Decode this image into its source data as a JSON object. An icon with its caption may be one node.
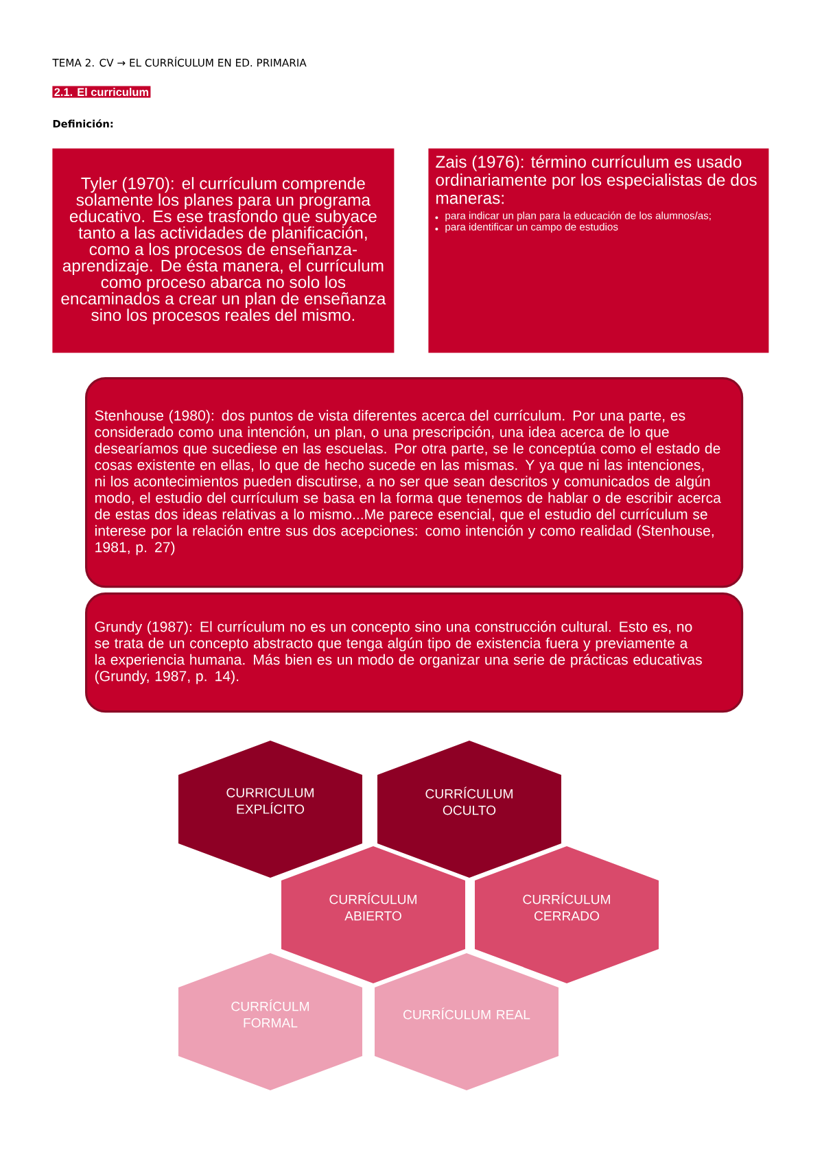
{
  "diagram": {
    "title": "TEMA 2. CV → EL CURRÍCULUM EN ED. PRIMARIA",
    "nodes": [
      {
        "text": [
          "Tyler (1970): el currículum comprende solamente los planes para un programa educativo. Es ese trasfondo que subyace tanto a las actividades de planificación, como a los procesos de enseñanza-aprendizaje. De ésta manera, el currículum como proceso abarca no solo los encaminados a crear un plan de enseñanza sino los procesos reales del mismo."
        ]
      },
      {
        "text": [
          "Zais (1976): término currículum es usado ordinariamente por los especialistas de dos maneras:",
          "para indicar un plan para la educación de los alumnos/as;",
          "para identificar un campo de estudios"
        ]
      },
      {
        "text": [
          "Stenhouse (1980): dos puntos de vista diferentes acerca del currículum. Por una parte, es considerado como una intención, un plan, o una prescripción, una idea acerca de lo que desearíamos que sucediese en las escuelas. Por otra parte, se le conceptúa como el estado de cosas existente en ellas, lo que de hecho sucede en las mismas. Y ya que ni las intenciones, ni los acontecimientos pueden discutirse, a no ser que sean descritos y comunicados de algún modo, el estudio del currículum se basa en la forma que tenemos de hablar o de escribir acerca de estas dos ideas relativas a lo mismo...Me parece esencial, que el estudio del currículum se interese por la relación entre sus dos acepciones: como intención y como realidad (Stenhouse, 1981, p. 27)"
        ]
      },
      {
        "text": [
          "Grundy (1987): El currículum no es un concepto sino una construcción cultural. Esto es, no se trata de un concepto abstracto que tenga algún tipo de existencia fuera y previamente a la experiencia humana. Más bien es un modo de organizar una serie de prácticas educativas (Grundy, 1987, p. 14)."
        ]
      },
      {
        "text": [
          "CURRICULUM EXPLÍCITO"
        ]
      },
      {
        "text": [
          "CURRÍCULUM OCULTO"
        ]
      },
      {
        "text": [
          "CURRÍCULUM ABIERTO"
        ]
      },
      {
        "text": [
          "CURRÍCULUM CERRADO"
        ]
      },
      {
        "text": [
          "CURRÍCULM FORMAL"
        ]
      },
      {
        "text": [
          "CURRÍCULUM REAL"
        ]
      }
    ],
    "labels": [
      "2.1. El curriculum",
      "Definición:"
    ]
  }
}
